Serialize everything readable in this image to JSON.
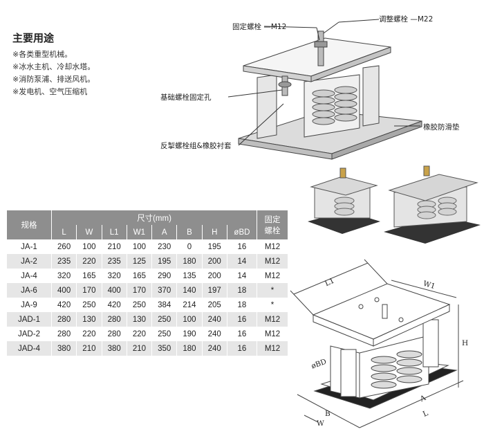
{
  "heading": "主要用途",
  "applications": [
    "※各类重型机械。",
    "※冰水主机、冷却水塔。",
    "※消防泵浦、排送风机。",
    "※发电机、空气压缩机"
  ],
  "callouts": {
    "fixed_bolt": "固定螺栓 —M12",
    "adjust_bolt": "调整螺栓 —M22",
    "base_hole": "基础螺栓固定孔",
    "reverse_bolt": "反掣螺栓组&橡胶衬套",
    "rubber_pad": "橡胶防滑垫"
  },
  "drawing_labels": {
    "l1": "L1",
    "w1": "W1",
    "h": "H",
    "obd": "øBD",
    "b": "B",
    "w": "W",
    "a": "A",
    "l": "L"
  },
  "table": {
    "col_model": "规格",
    "col_size": "尺寸(mm)",
    "col_bolt_l1": "固定",
    "col_bolt_l2": "螺栓",
    "sub_headers": [
      "L",
      "W",
      "L1",
      "W1",
      "A",
      "B",
      "H",
      "øBD"
    ],
    "rows": [
      [
        "JA-1",
        "260",
        "100",
        "210",
        "100",
        "230",
        "0",
        "195",
        "16",
        "M12"
      ],
      [
        "JA-2",
        "235",
        "220",
        "235",
        "125",
        "195",
        "180",
        "200",
        "14",
        "M12"
      ],
      [
        "JA-4",
        "320",
        "165",
        "320",
        "165",
        "290",
        "135",
        "200",
        "14",
        "M12"
      ],
      [
        "JA-6",
        "400",
        "170",
        "400",
        "170",
        "370",
        "140",
        "197",
        "18",
        "*"
      ],
      [
        "JA-9",
        "420",
        "250",
        "420",
        "250",
        "384",
        "214",
        "205",
        "18",
        "*"
      ],
      [
        "JAD-1",
        "280",
        "130",
        "280",
        "130",
        "250",
        "100",
        "240",
        "16",
        "M12"
      ],
      [
        "JAD-2",
        "280",
        "220",
        "280",
        "220",
        "250",
        "190",
        "240",
        "16",
        "M12"
      ],
      [
        "JAD-4",
        "380",
        "210",
        "380",
        "210",
        "350",
        "180",
        "240",
        "16",
        "M12"
      ]
    ]
  }
}
